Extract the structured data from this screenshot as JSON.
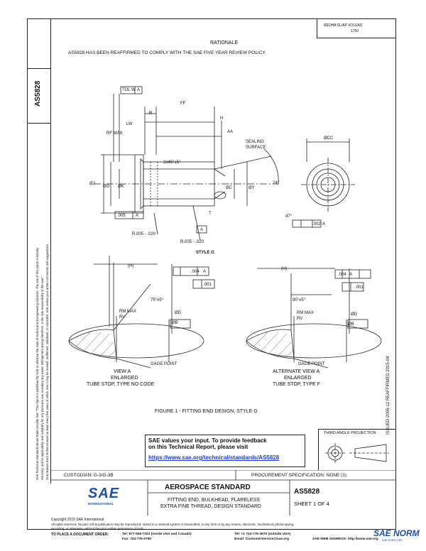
{
  "header": {
    "line1": "REDHA  SLIAP  XOLEAS",
    "line2": "1750"
  },
  "side": {
    "doc_number": "AS5828",
    "legal_text_1": "SAE Technical Standards Board Rules provide that: \"This report is published by SAE to advance the state of technical and engineering sciences. The use of this report is entirely",
    "legal_text_2": "voluntary, and its applicability and suitability for any particular use, including any patent infringement arising therefrom, is the sole responsibility of the user.\"",
    "legal_text_3": "SAE reviews each technical report at least every five years at which time it may be revised, reaffirmed, stabilized, or cancelled. SAE invites your written comments and suggestions.",
    "issued": "ISSUED 2005-12   REAFFIRMED 2015-04"
  },
  "rationale": {
    "heading": "RATIONALE",
    "text": "AS5828 HAS BEEN REAFFIRMED TO COMPLY WITH THE SAE FIVE YEAR REVIEW POLICY."
  },
  "figure": {
    "style_label": "STYLE G",
    "caption": "FIGURE 1 - FITTING END DESIGN, STYLE G",
    "dims": {
      "tol_w": "TOL W",
      "a": "A",
      "r": "R",
      "lw": "LW",
      "ff": "FF",
      "h": "H",
      "rf_max": "RF MAX",
      "aa": "AA",
      "sealing": "SEALING",
      "surface": "SURFACE",
      "chamfer": "2x45°±5°",
      "dj": "ØJ",
      "dg": "ØG",
      "dk": "ØK",
      "dc": "ØC",
      "dy": "ØY",
      "angle24": "24°",
      "t": "T",
      "tol005": ".005",
      "r1": "R.005 - .020",
      "r2": "R.005 - .020",
      "angle47": "47°",
      "tol002": ".002",
      "dcc": "ØCC"
    },
    "view_a": {
      "h": "(H)",
      "tol004": ".004",
      "a": "A",
      "tol001": ".001",
      "angle": "75°±5°",
      "rm_max": "RM MAX",
      "rv": "RV",
      "dd": "ØD",
      "db": "ØB",
      "gage": "GAGE POINT",
      "title1": "VIEW A",
      "title2": "ENLARGED",
      "title3": "TUBE STOP, TYPE NO CODE"
    },
    "alt_view_a": {
      "h": "(H)",
      "tol004": ".004",
      "a": "A",
      "tol001": ".001",
      "angle": "90°±5°",
      "rm_max": "RM MAX",
      "rv": "RV",
      "dd": "ØD",
      "db": "ØB",
      "gage": "GAGE POINT",
      "title1": "ALTERNATE VIEW A",
      "title2": "ENLARGED",
      "title3": "TUBE STOP, TYPE F"
    }
  },
  "feedback": {
    "line1": "SAE values your input. To provide feedback",
    "line2": "on this Technical Report, please visit",
    "link": "https://www.sae.org/technical/standards/AS5828"
  },
  "projection": {
    "label": "THIRD ANGLE PROJECTION"
  },
  "title_block": {
    "custodian": "CUSTODIAN: G-3/G-3B",
    "procurement": "PROCUREMENT SPECIFICATION: NONE (1)",
    "logo": "SAE",
    "logo_sub": "INTERNATIONAL",
    "category": "AEROSPACE STANDARD",
    "title1": "FITTING END, BULKHEAD, FLARELESS",
    "title2": "EXTRA FINE THREAD, DESIGN STANDARD",
    "doc_number": "AS5828",
    "sheet": "SHEET 1 OF 4"
  },
  "footer": {
    "copyright": "Copyright 2015 SAE International",
    "rights": "All rights reserved. No part of this publication may be reproduced, stored in a retrieval system or transmitted, in any form or by any means, electronic, mechanical, photocopying,",
    "rights2": "recording, or otherwise, without the prior written permission of SAE.",
    "order": "TO PLACE A DOCUMENT ORDER:",
    "tel1": "Tel: 877-606-7323 (inside USA and Canada)",
    "tel2": "Tel: +1 724-776-4970 (outside USA)",
    "fax": "Fax: 724-776-0790",
    "email": "Email: CustomerService@sae.org",
    "web": "SAE WEB ADDRESS:   http://www.sae.org"
  },
  "watermark": {
    "text": "SAE NORM",
    "sub": "sae-norm.com"
  }
}
